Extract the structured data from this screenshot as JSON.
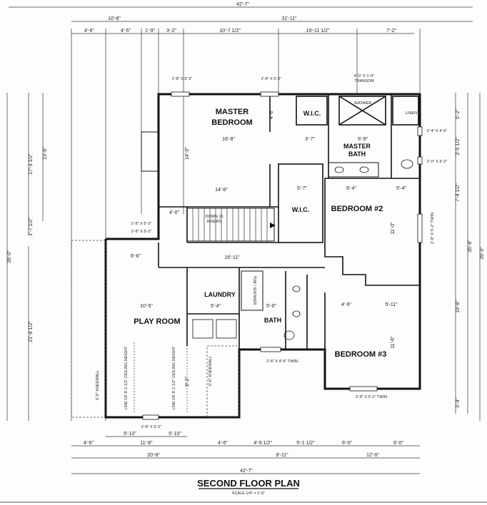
{
  "plan": {
    "title": "SECOND FLOOR PLAN",
    "scale": "SCALE 1/4\" = 1'-0\"",
    "rooms": {
      "master_bedroom_line1": "MASTER",
      "master_bedroom_line2": "BEDROOM",
      "wic_top": "W.I.C.",
      "master_bath_line1": "MASTER",
      "master_bath_line2": "BATH",
      "shower": "SHOWER",
      "linen": "LINEN",
      "wic_mid": "W.I.C.",
      "bedroom2": "BEDROOM #2",
      "laundry": "LAUNDRY",
      "bath": "BATH",
      "play_room": "PLAY ROOM",
      "bedroom3": "BEDROOM #3",
      "tub_shower": "TUB / SHOWER"
    },
    "stairs": {
      "label1": "DOWN 16",
      "label2": "RISERS"
    },
    "notes": {
      "transom1": "4'-0\" X 1'-0\"",
      "transom2": "TRANSOM",
      "kneewall_left": "5'-0\" KNEEWALL",
      "kneewall_right": "5'-0\" KNEEWALL",
      "ceiling_line1": "LINE OF 8'-1 1/2\" CEILING HEIGHT",
      "ceiling_line2": "LINE OF 8'-1 1/2\" CEILING HEIGHT",
      "twin_window_bath": "2'-8\" X 4'-6\" TWIN",
      "twin_window_bed3": "2'-8\" X 5'-2\" TWIN",
      "twin_window_bed2": "2'-8\" X 5'-2\" TWIN",
      "window_w1": "2'-8\" X 5'-2\"",
      "window_w2": "2'-8\" X 5'-2\"",
      "window_w3": "2'-8\" X 5'-2\"",
      "window_w4": "2'-8\" X 5'-2\"",
      "window_play": "2'-8\" X 5'-2\"",
      "window_r1": "2'-4\" X 4'-6\"",
      "window_r2": "2'-0\" X 3'-2\""
    },
    "top_dims": {
      "overall": "42'-7\"",
      "row2_a": "10'-8\"",
      "row2_b": "31'-11\"",
      "row3": [
        "4'-6\"",
        "4'-5\"",
        "1'-9\"",
        "3'-2\"",
        "10'-7 1/2\"",
        "10'-11 1/2\"",
        "7'-2\""
      ]
    },
    "bottom_dims": {
      "row1": [
        "4'-6\"",
        "11'-8\"",
        "4'-6\"",
        "4'-9 1/2\"",
        "5'-1 1/2\"",
        "6'-0\"",
        "6'-0\""
      ],
      "row2": [
        "20'-8\"",
        "9'-11\"",
        "12'-0\""
      ],
      "overall": "42'-7\"",
      "play_a": "5'-10\"",
      "play_b": "5'-10\""
    },
    "left_dims": [
      "17'-3 1/2\"",
      "13'-6\"",
      "1'-7 1/2\"",
      "39'-0\"",
      "21'-8 1/2\""
    ],
    "right_dims": [
      "5'-2\"",
      "3'-5 1/2\"",
      "7'-4 1/2\"",
      "35'-8\"",
      "39'-0\"",
      "19'-8\"",
      "3'-4\""
    ],
    "interior_dims": [
      "16'-8\"",
      "14'-8\"",
      "16'-11\"",
      "10'-5\"",
      "5'-4\"",
      "5'-0\"",
      "4'-9\"",
      "5'-11\"",
      "6'-4\"",
      "5'-4\"",
      "5'-7\"",
      "5'-9\"",
      "3'-7\"",
      "4'-6\"",
      "11'-0\"",
      "11'-6\"",
      "6'-6\"",
      "9'-2\"",
      "4'-0\"",
      "14'-0\""
    ]
  }
}
